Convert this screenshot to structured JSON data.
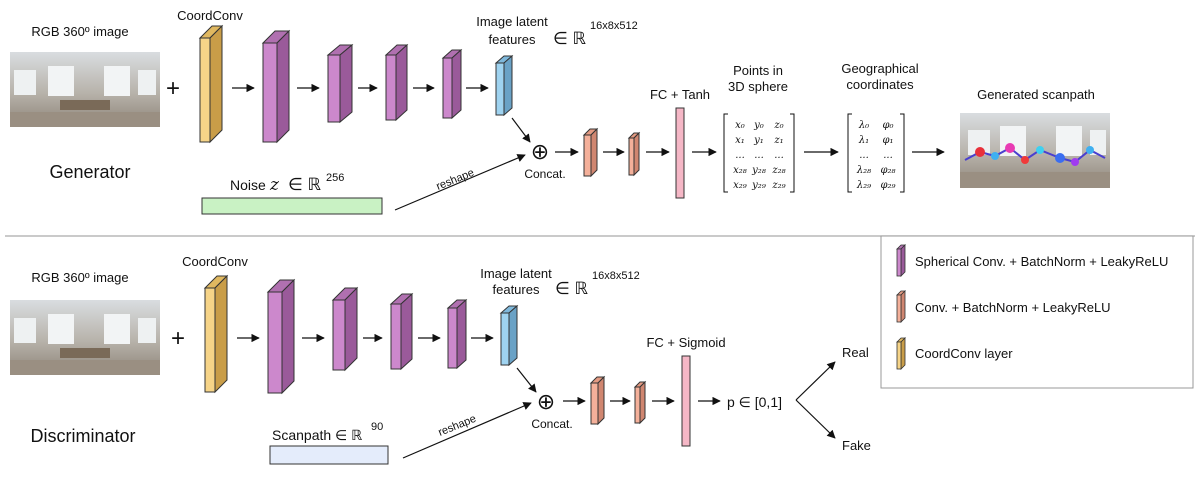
{
  "generator": {
    "title": "Generator",
    "input_label": "RGB 360º image",
    "plus": "+",
    "coordconv_label": "CoordConv",
    "latent_label_line1": "Image latent",
    "latent_label_line2": "features",
    "latent_dims": "∈ ℝ",
    "latent_sup": "16x8x512",
    "noise_label": "Noise",
    "noise_var": "z",
    "noise_dims": "∈ ℝ",
    "noise_sup": "256",
    "reshape_label": "reshape",
    "oplus": "⊕",
    "concat_label": "Concat.",
    "fc_label": "FC + Tanh",
    "points_title_line1": "Points in",
    "points_title_line2": "3D sphere",
    "geo_title_line1": "Geographical",
    "geo_title_line2": "coordinates",
    "output_label": "Generated scanpath",
    "points_matrix": [
      [
        "x₀",
        "y₀",
        "z₀"
      ],
      [
        "x₁",
        "y₁",
        "z₁"
      ],
      [
        "...",
        "...",
        "..."
      ],
      [
        "x₂₈",
        "y₂₈",
        "z₂₈"
      ],
      [
        "x₂₉",
        "y₂₉",
        "z₂₉"
      ]
    ],
    "geo_matrix": [
      [
        "λ₀",
        "φ₀"
      ],
      [
        "λ₁",
        "φ₁"
      ],
      [
        "...",
        "..."
      ],
      [
        "λ₂₈",
        "φ₂₈"
      ],
      [
        "λ₂₉",
        "φ₂₉"
      ]
    ]
  },
  "discriminator": {
    "title": "Discriminator",
    "input_label": "RGB 360º image",
    "plus": "+",
    "coordconv_label": "CoordConv",
    "latent_label_line1": "Image latent",
    "latent_label_line2": "features",
    "latent_dims": "∈ ℝ",
    "latent_sup": "16x8x512",
    "scanpath_label": "Scanpath ∈ ℝ",
    "scanpath_sup": "90",
    "reshape_label": "reshape",
    "oplus": "⊕",
    "concat_label": "Concat.",
    "fc_label": "FC + Sigmoid",
    "prob_label": "p ∈ [0,1]",
    "real_label": "Real",
    "fake_label": "Fake"
  },
  "legend": {
    "items": [
      {
        "label": "Spherical Conv. + BatchNorm + LeakyReLU",
        "color": "#cc88cc"
      },
      {
        "label": "Conv. + BatchNorm + LeakyReLU",
        "color": "#f4b09a"
      },
      {
        "label": "CoordConv layer",
        "color": "#f6d488"
      }
    ]
  },
  "colors": {
    "coordconv": "#f6d488",
    "spherical": "#cc88cc",
    "conv": "#f4b09a",
    "latent": "#9fd3f0",
    "fc": "#f5b7c6",
    "noise_bar": "#c9f2c4",
    "scanpath_bar": "#e4ecfb"
  }
}
